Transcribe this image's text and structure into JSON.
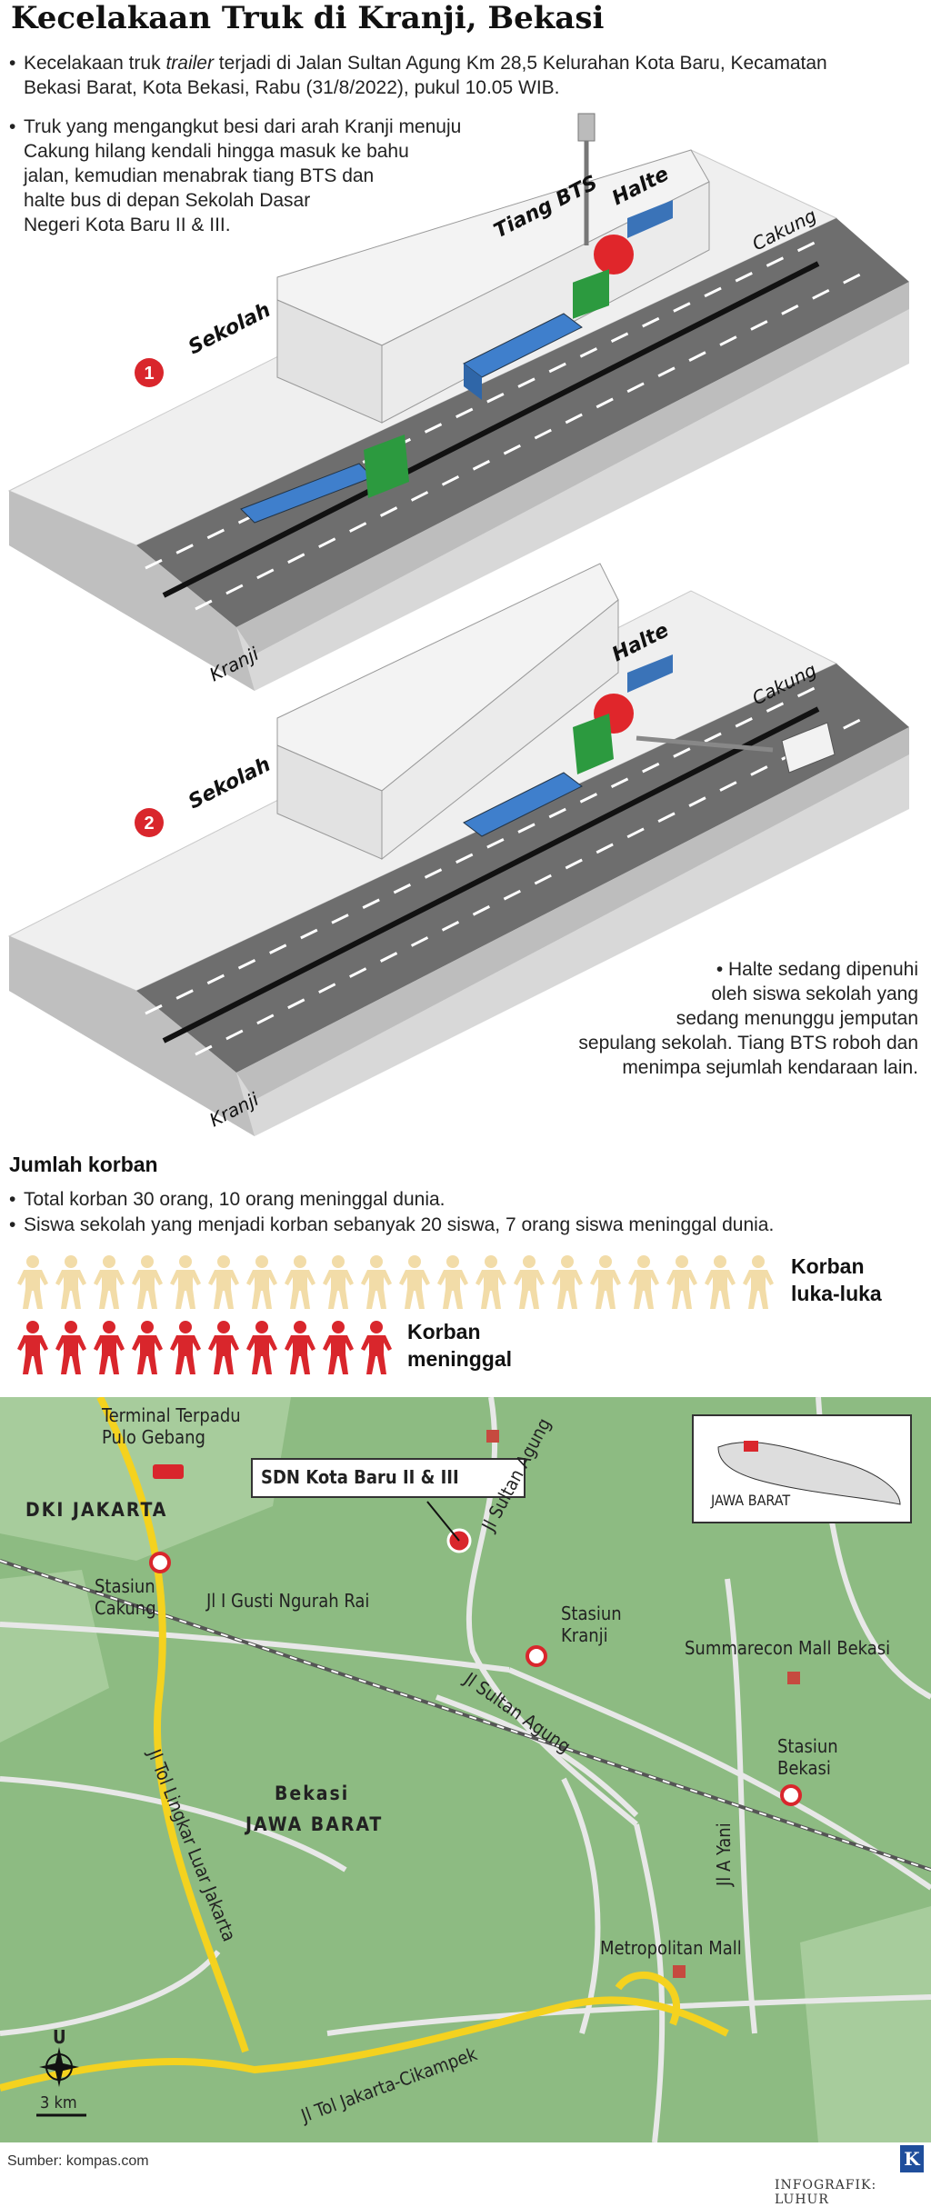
{
  "title": "Kecelakaan Truk di Kranji, Bekasi",
  "intro_bullets": [
    [
      "Kecelakaan truk ",
      "trailer",
      " terjadi di Jalan Sultan Agung Km 28,5 Kelurahan Kota Baru, Kecamatan"
    ],
    "Bekasi Barat, Kota Bekasi, Rabu (31/8/2022), pukul 10.05 WIB."
  ],
  "intro_lines": {
    "l1a": "Kecelakaan truk ",
    "l1b": "trailer",
    "l1c": " terjadi di Jalan Sultan Agung Km 28,5 Kelurahan Kota Baru, Kecamatan",
    "l2": "Bekasi Barat, Kota Bekasi, Rabu (31/8/2022), pukul 10.05 WIB."
  },
  "bullet2": [
    "Truk yang mengangkut besi dari arah Kranji menuju",
    "Cakung hilang kendali hingga masuk ke bahu",
    "jalan, kemudian menabrak tiang BTS dan",
    "halte bus di depan Sekolah Dasar",
    "Negeri Kota Baru II & III."
  ],
  "scene1": {
    "number": "1",
    "tiang_bts": "Tiang BTS",
    "halte": "Halte",
    "cakung": "Cakung",
    "sekolah": "Sekolah",
    "kranji": "Kranji"
  },
  "scene2": {
    "number": "2",
    "halte": "Halte",
    "cakung": "Cakung",
    "sekolah": "Sekolah",
    "kranji": "Kranji"
  },
  "bullet3": [
    "Halte sedang dipenuhi",
    "oleh siswa sekolah yang",
    "sedang menunggu jemputan",
    "sepulang sekolah. Tiang BTS roboh dan",
    "menimpa sejumlah kendaraan lain."
  ],
  "korban": {
    "heading": "Jumlah korban",
    "line1": "Total korban 30 orang, 10 orang meninggal dunia.",
    "line2": "Siswa sekolah yang menjadi korban sebanyak 20 siswa, 7 orang siswa meninggal dunia.",
    "luka_count": 20,
    "meninggal_count": 10,
    "luka_label_1": "Korban",
    "luka_label_2": "luka-luka",
    "meninggal_label_1": "Korban",
    "meninggal_label_2": "meninggal",
    "luka_color": "#f2dca8",
    "meninggal_color": "#d9262c"
  },
  "map": {
    "terminal_1": "Terminal Terpadu",
    "terminal_2": "Pulo Gebang",
    "dki": "DKI JAKARTA",
    "sdn": "SDN Kota Baru II & III",
    "jl_sultan_agung_n": "Jl Sultan Agung",
    "stasiun_cakung_1": "Stasiun",
    "stasiun_cakung_2": "Cakung",
    "jl_gusti": "Jl I Gusti Ngurah Rai",
    "stasiun_kranji_1": "Stasiun",
    "stasiun_kranji_2": "Kranji",
    "summarecon": "Summarecon Mall Bekasi",
    "jl_sultan_agung_s": "Jl Sultan Agung",
    "stasiun_bekasi_1": "Stasiun",
    "stasiun_bekasi_2": "Bekasi",
    "bekasi": "Bekasi",
    "jawa_barat": "JAWA BARAT",
    "jl_tol_lingkar": "Jl Tol Lingkar Luar Jakarta",
    "jl_a_yani": "Jl A Yani",
    "metropolitan": "Metropolitan Mall",
    "jl_tol_cikampek": "Jl Tol Jakarta-Cikampek",
    "north": "U",
    "scale": "3 km",
    "inset_label": "JAWA BARAT",
    "map_green": "#8dbb82",
    "road_yellow": "#f4d21f"
  },
  "footer": {
    "source": "Sumber: kompas.com",
    "credit": "INFOGRAFIK: LUHUR",
    "logo": "K"
  }
}
